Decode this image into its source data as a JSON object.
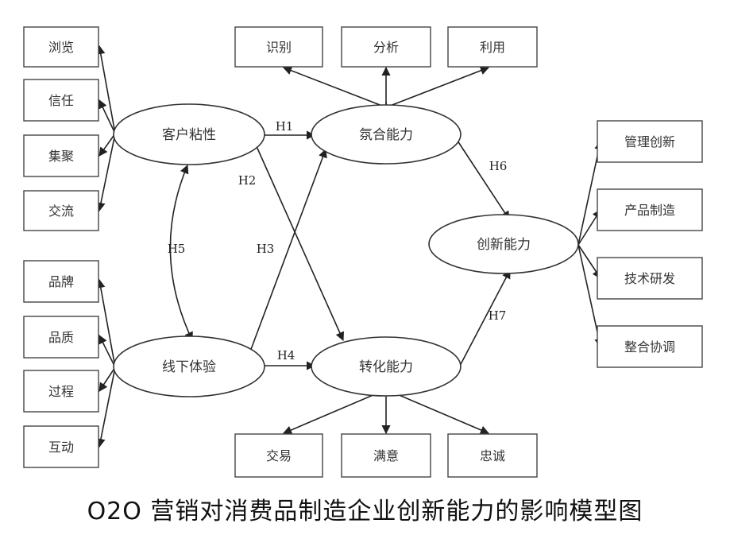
{
  "caption": "O2O 营销对消费品制造企业创新能力的影响模型图",
  "nodes": {
    "customer_stickiness": "客户粘性",
    "offline_experience": "线下体验",
    "integration_capability": "氛合能力",
    "conversion_capability": "转化能力",
    "innovation_capability": "创新能力"
  },
  "indicators": {
    "customer_stickiness": [
      "浏览",
      "信任",
      "集聚",
      "交流"
    ],
    "offline_experience": [
      "品牌",
      "品质",
      "过程",
      "互动"
    ],
    "integration_capability": [
      "识别",
      "分析",
      "利用"
    ],
    "conversion_capability": [
      "交易",
      "满意",
      "忠诚"
    ],
    "innovation_capability": [
      "管理创新",
      "产品制造",
      "技术研发",
      "整合协调"
    ]
  },
  "hypotheses": [
    "H1",
    "H2",
    "H3",
    "H4",
    "H5",
    "H6",
    "H7"
  ]
}
